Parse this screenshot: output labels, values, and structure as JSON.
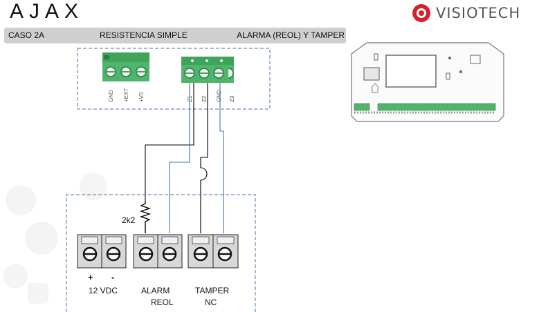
{
  "header": {
    "brand_left": "AJAX",
    "brand_right": "VISIOTECH"
  },
  "titlebar": {
    "case": "CASO 2A",
    "resistance": "RESISTENCIA SIMPLE",
    "mode": "ALARMA (REOL) Y TAMPER"
  },
  "panel_terminals": {
    "power_block": [
      "GND",
      "+EXT",
      "+V0"
    ],
    "zone_block": [
      "Z1",
      "Z2",
      "GND",
      "Z3"
    ]
  },
  "resistor_label": "2k2",
  "terminals": {
    "power_plus": "+",
    "power_minus": "-",
    "power_label": "12 VDC",
    "alarm_label_1": "ALARM",
    "alarm_label_2": "REOL",
    "tamper_label_1": "TAMPER",
    "tamper_label_2": "NC"
  },
  "colors": {
    "terminal_green": "#3fa35c",
    "wire_black": "#000000",
    "wire_blue": "#4a6fb5",
    "dashed_border": "#4a6fa5",
    "titlebar_bg": "#cfcfcf",
    "visio_red": "#d2232a"
  }
}
